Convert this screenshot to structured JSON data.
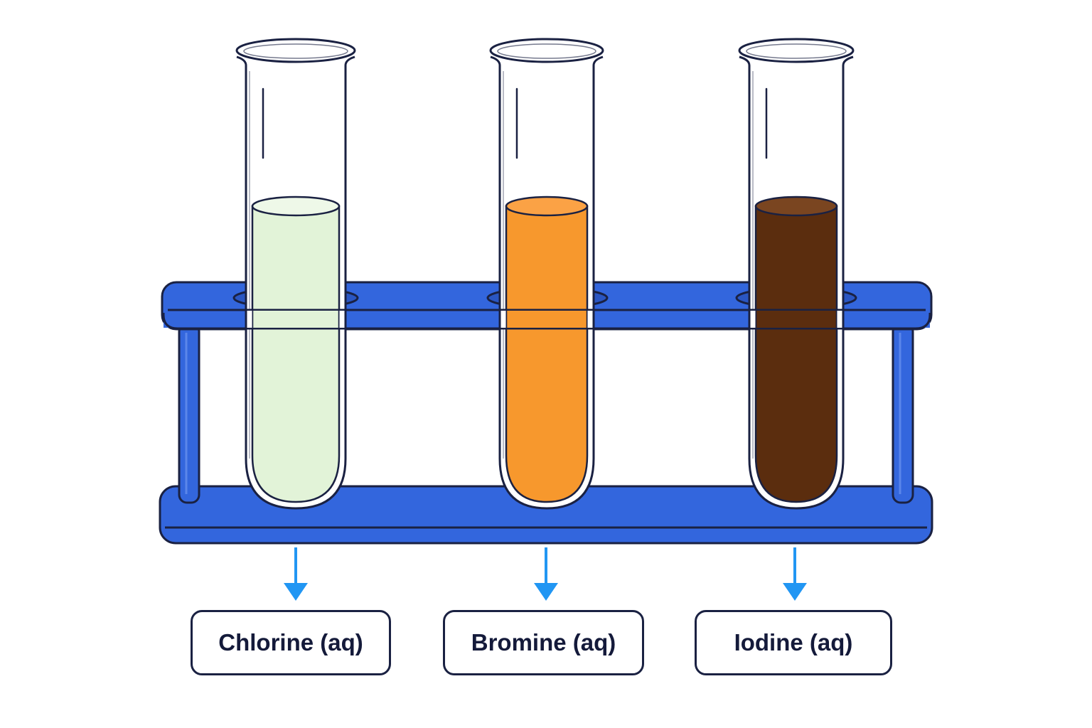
{
  "tubes": [
    {
      "label": "Chlorine (aq)",
      "liquid_color": "#e2f3d8",
      "liquid_top_color": "#eef8e8"
    },
    {
      "label": "Bromine (aq)",
      "liquid_color": "#f7982d",
      "liquid_top_color": "#fba245"
    },
    {
      "label": "Iodine (aq)",
      "liquid_color": "#5b2d0e",
      "liquid_top_color": "#7a4520"
    }
  ],
  "colors": {
    "rack": "#3366dd",
    "outline": "#1a2142",
    "arrow": "#2196f3"
  }
}
